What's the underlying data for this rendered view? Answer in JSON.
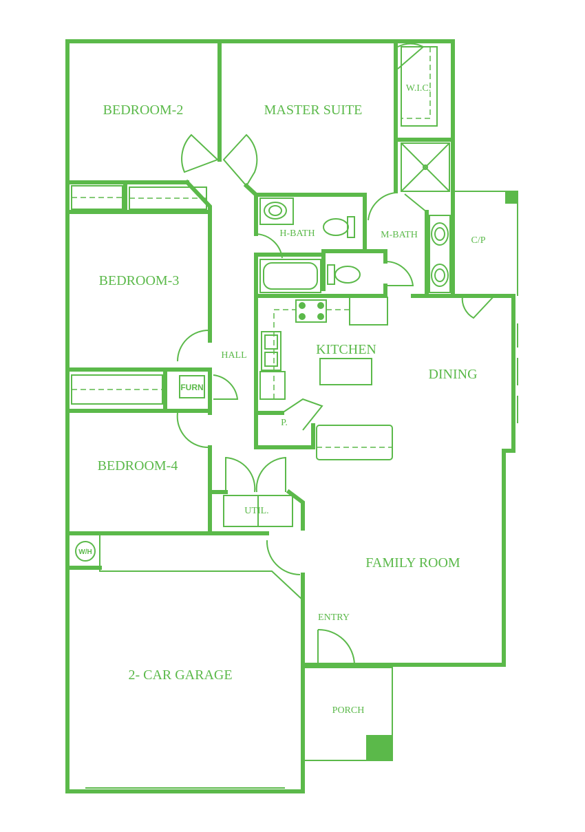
{
  "plan": {
    "rooms": {
      "bedroom2": "BEDROOM-2",
      "master_suite": "MASTER SUITE",
      "wic": "W.I.C.",
      "h_bath": "H-BATH",
      "m_bath": "M-BATH",
      "cp": "C/P",
      "bedroom3": "BEDROOM-3",
      "hall": "HALL",
      "kitchen": "KITCHEN",
      "dining": "DINING",
      "furn": "FURN",
      "pantry": "P.",
      "bedroom4": "BEDROOM-4",
      "util": "UTIL.",
      "wh": "W/H",
      "family_room": "FAMILY ROOM",
      "entry": "ENTRY",
      "garage": "2- CAR GARAGE",
      "porch": "PORCH"
    },
    "colors": {
      "line": "#5bb94a",
      "background": "#ffffff"
    }
  }
}
